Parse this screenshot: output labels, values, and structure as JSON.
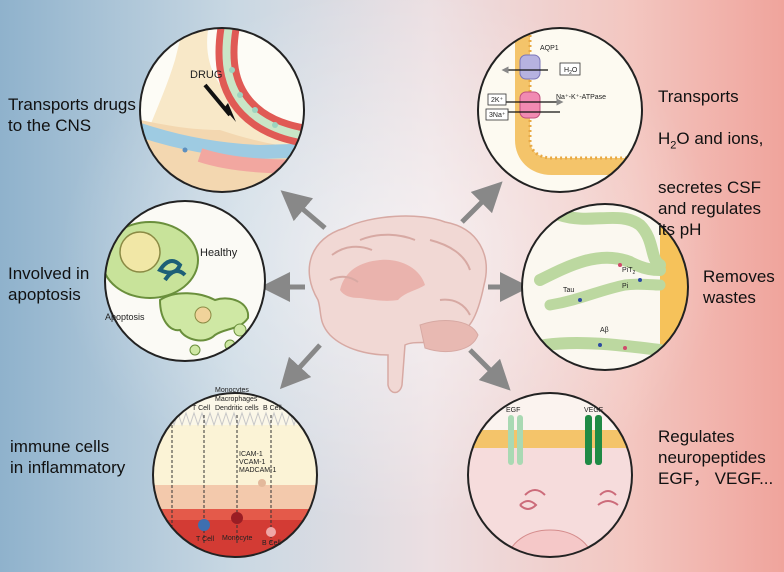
{
  "labels": {
    "drugs": "Transports drugs\n to the CNS",
    "apoptosis": "Involved in\napoptosis",
    "immune": "immune cells\nin inflammatory",
    "csf_1": "Transports",
    "csf_2a": "H",
    "csf_2sub": "2",
    "csf_2b": "O and ions,",
    "csf_3": "secretes CSF\nand regulates\nits pH",
    "wastes": "Removes\nwastes",
    "neuro": "Regulates\nneuropeptides\nEGF， VEGF..."
  },
  "drug_panel": {
    "drug": "DRUG"
  },
  "apoptosis_panel": {
    "healthy": "Healthy",
    "apoptosis": "Apoptosis"
  },
  "csf_panel": {
    "aqp1": "AQP1",
    "h2o": "H",
    "h2o_sub": "2",
    "h2o_end": "O",
    "atpase": "Na⁺-K⁺-ATPase",
    "k": "2K⁺",
    "na": "3Na⁺"
  },
  "waste_panel": {
    "tau": "Tau",
    "pit": "PiT",
    "pit_sub": "2",
    "pi": "Pi",
    "abeta": "Aβ"
  },
  "immune_panel": {
    "cells_1": "Monocytes",
    "cells_2": "Macrophages",
    "cells_3": "Dendritic cells",
    "tcell_top": "T Cell",
    "bcell_top": "B Cell",
    "icam": "ICAM-1",
    "vcam": "VCAM-1",
    "madcam": "MADCAM-1",
    "tcell_bottom": "T Cell",
    "monocyte": "Monocyte",
    "bcell_bottom": "B Cell"
  },
  "neuro_panel": {
    "egf": "EGF",
    "vegf": "VEGF"
  },
  "colors": {
    "membrane_orange": "#f4c46a",
    "egf_green": "#a9d9b3",
    "vegf_green": "#1f8a45",
    "blood_red": "#d9423c",
    "cell_green": "#c8e39a"
  }
}
